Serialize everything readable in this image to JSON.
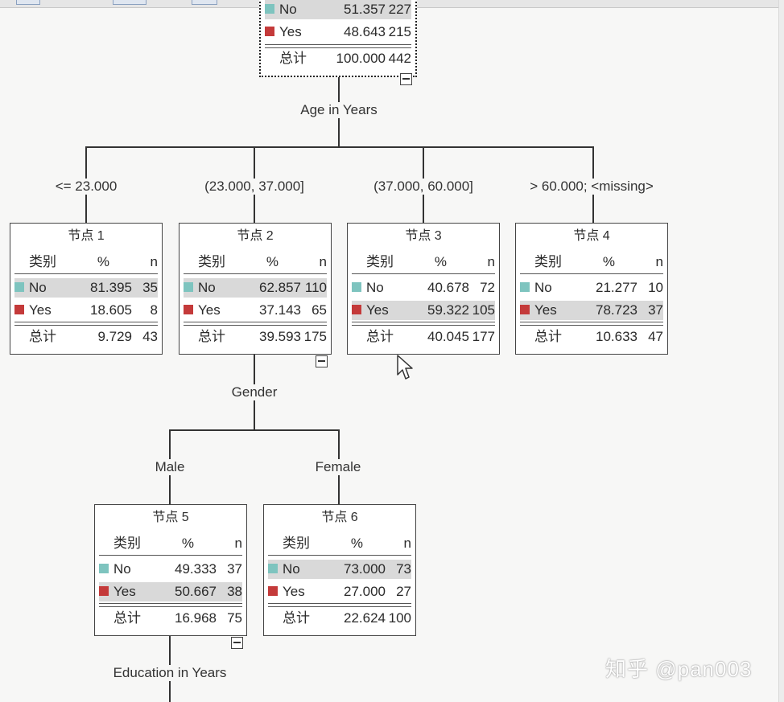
{
  "header": {
    "cat": "类别",
    "pct": "%",
    "n": "n"
  },
  "colors": {
    "no": "#7ec4bf",
    "yes": "#c43a3a"
  },
  "root": {
    "no_pct": "51.357",
    "no_n": "227",
    "yes_label": "Yes",
    "yes_pct": "48.643",
    "yes_n": "215",
    "total_label": "总计",
    "total_pct": "100.000",
    "total_n": "442"
  },
  "splits": {
    "age": "Age in Years",
    "gender": "Gender",
    "education": "Education in Years"
  },
  "branches": {
    "age_1": "<= 23.000",
    "age_2": "(23.000, 37.000]",
    "age_3": "(37.000, 60.000]",
    "age_4": "> 60.000; <missing>",
    "male": "Male",
    "female": "Female"
  },
  "nodes": {
    "n1": {
      "title": "节点 1",
      "no_label": "No",
      "no_pct": "81.395",
      "no_n": "35",
      "yes_label": "Yes",
      "yes_pct": "18.605",
      "yes_n": "8",
      "total_label": "总计",
      "total_pct": "9.729",
      "total_n": "43"
    },
    "n2": {
      "title": "节点 2",
      "no_label": "No",
      "no_pct": "62.857",
      "no_n": "110",
      "yes_label": "Yes",
      "yes_pct": "37.143",
      "yes_n": "65",
      "total_label": "总计",
      "total_pct": "39.593",
      "total_n": "175"
    },
    "n3": {
      "title": "节点 3",
      "no_label": "No",
      "no_pct": "40.678",
      "no_n": "72",
      "yes_label": "Yes",
      "yes_pct": "59.322",
      "yes_n": "105",
      "total_label": "总计",
      "total_pct": "40.045",
      "total_n": "177"
    },
    "n4": {
      "title": "节点 4",
      "no_label": "No",
      "no_pct": "21.277",
      "no_n": "10",
      "yes_label": "Yes",
      "yes_pct": "78.723",
      "yes_n": "37",
      "total_label": "总计",
      "total_pct": "10.633",
      "total_n": "47"
    },
    "n5": {
      "title": "节点 5",
      "no_label": "No",
      "no_pct": "49.333",
      "no_n": "37",
      "yes_label": "Yes",
      "yes_pct": "50.667",
      "yes_n": "38",
      "total_label": "总计",
      "total_pct": "16.968",
      "total_n": "75"
    },
    "n6": {
      "title": "节点 6",
      "no_label": "No",
      "no_pct": "73.000",
      "no_n": "73",
      "yes_label": "Yes",
      "yes_pct": "27.000",
      "yes_n": "27",
      "total_label": "总计",
      "total_pct": "22.624",
      "total_n": "100"
    }
  },
  "watermark": "知乎 @pan003"
}
